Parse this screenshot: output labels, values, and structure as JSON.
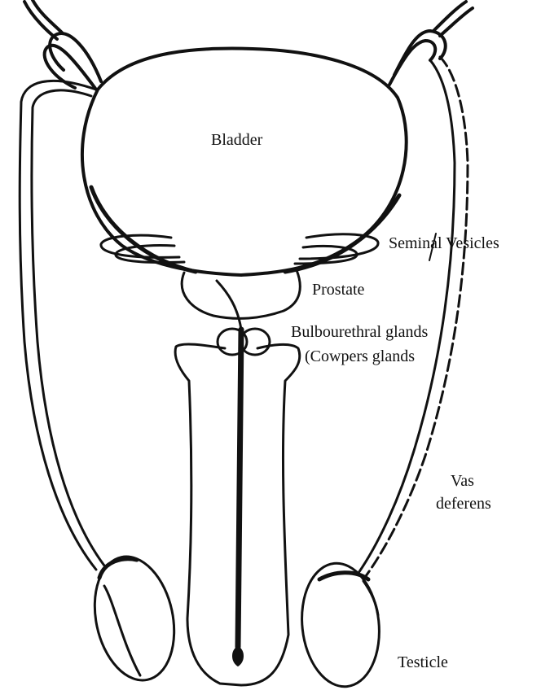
{
  "labels": {
    "bladder": "Bladder",
    "seminal_vesicles": "Seminal Vesicles",
    "prostate": "Prostate",
    "bulbourethral_line1": "Bulbourethral glands",
    "bulbourethral_line2": "(Cowpers glands",
    "vas_deferens_line1": "Vas",
    "vas_deferens_line2": "deferens",
    "testicle": "Testicle"
  },
  "colors": {
    "ink": "#111111",
    "background": "#ffffff"
  }
}
